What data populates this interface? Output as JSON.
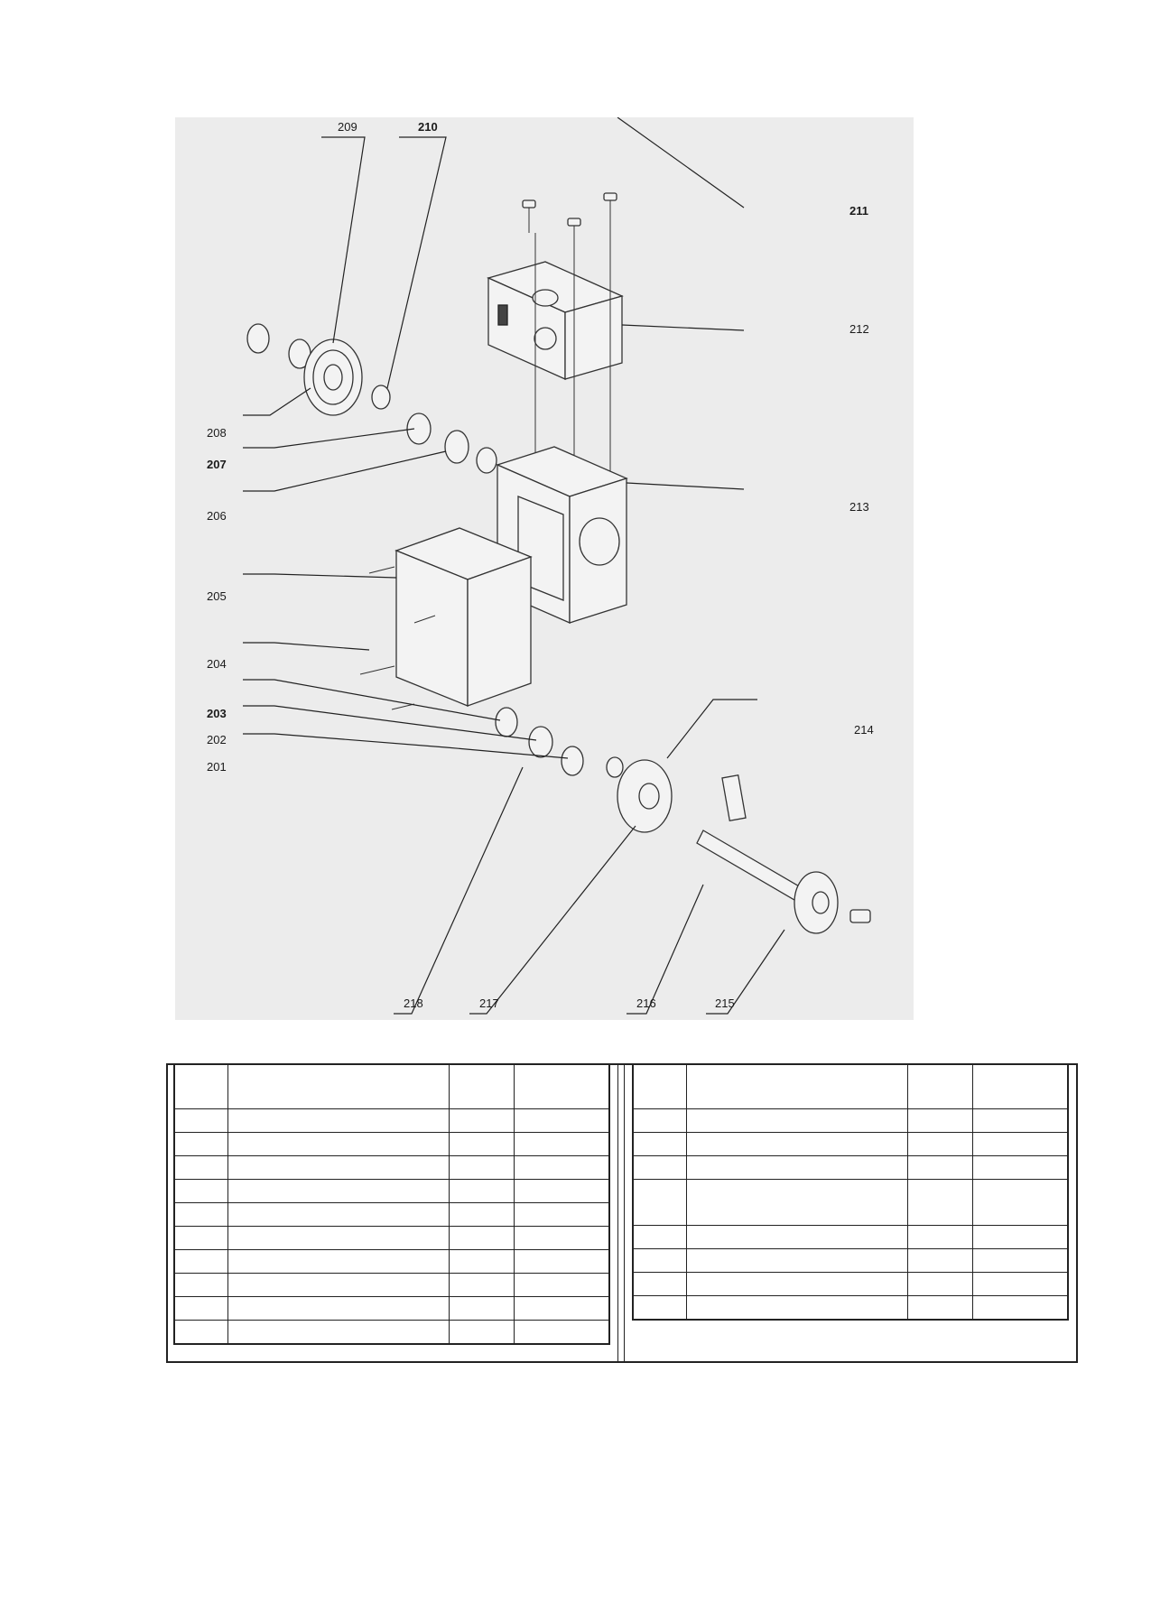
{
  "callouts": {
    "c209": "209",
    "c210": "210",
    "c211": "211",
    "c212": "212",
    "c208": "208",
    "c207": "207",
    "c206": "206",
    "c213": "213",
    "c205": "205",
    "c204": "204",
    "c203": "203",
    "c202": "202",
    "c201": "201",
    "c214": "214",
    "c218": "218",
    "c217": "217",
    "c216": "216",
    "c215": "215"
  },
  "table_left": {
    "headers": [
      "",
      "",
      "",
      ""
    ],
    "rows": [
      [
        "",
        "",
        "",
        ""
      ],
      [
        "",
        "",
        "",
        ""
      ],
      [
        "",
        "",
        "",
        ""
      ],
      [
        "",
        "",
        "",
        ""
      ],
      [
        "",
        "",
        "",
        ""
      ],
      [
        "",
        "",
        "",
        ""
      ],
      [
        "",
        "",
        "",
        ""
      ],
      [
        "",
        "",
        "",
        ""
      ],
      [
        "",
        "",
        "",
        ""
      ],
      [
        "",
        "",
        "",
        ""
      ]
    ]
  },
  "table_right": {
    "headers": [
      "",
      "",
      "",
      ""
    ],
    "rows": [
      [
        "",
        "",
        "",
        ""
      ],
      [
        "",
        "",
        "",
        ""
      ],
      [
        "",
        "",
        "",
        ""
      ],
      [
        "",
        "",
        "",
        ""
      ],
      [
        "",
        "",
        "",
        ""
      ],
      [
        "",
        "",
        "",
        ""
      ],
      [
        "",
        "",
        "",
        ""
      ],
      [
        "",
        "",
        "",
        ""
      ]
    ]
  }
}
